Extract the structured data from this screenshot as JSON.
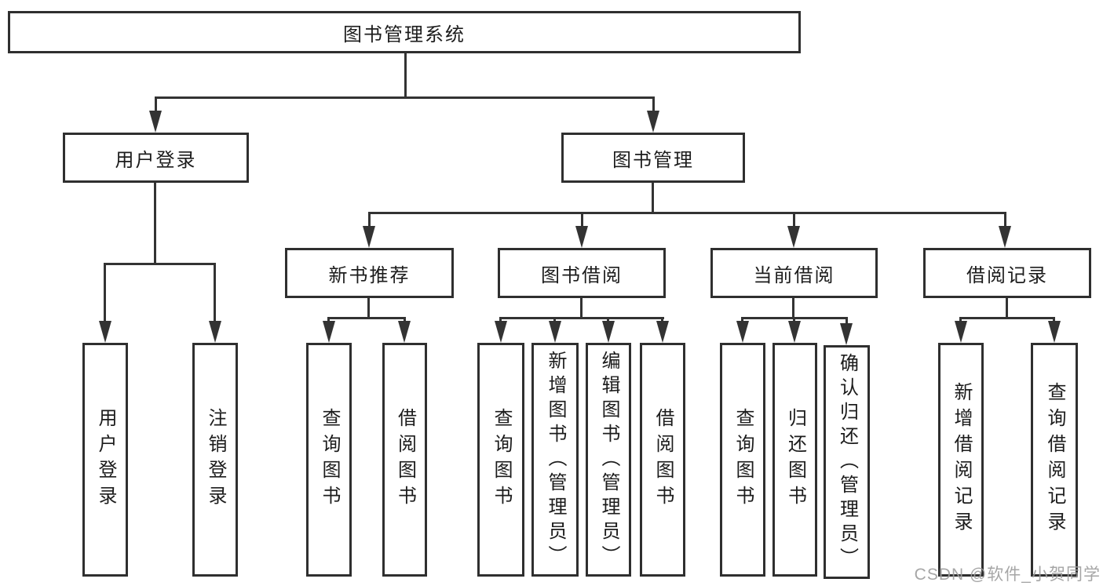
{
  "diagram": {
    "root": {
      "label": "图书管理系统"
    },
    "branches": [
      {
        "label": "用户登录",
        "children": [
          {
            "label": "用户登录"
          },
          {
            "label": "注销登录"
          }
        ]
      },
      {
        "label": "图书管理",
        "children": [
          {
            "label": "新书推荐",
            "children": [
              {
                "label": "查询图书"
              },
              {
                "label": "借阅图书"
              }
            ]
          },
          {
            "label": "图书借阅",
            "children": [
              {
                "label": "查询图书"
              },
              {
                "label": "新增图书（管理员）"
              },
              {
                "label": "编辑图书（管理员）"
              },
              {
                "label": "借阅图书"
              }
            ]
          },
          {
            "label": "当前借阅",
            "children": [
              {
                "label": "查询图书"
              },
              {
                "label": "归还图书"
              },
              {
                "label": "确认归还（管理员）"
              }
            ]
          },
          {
            "label": "借阅记录",
            "children": [
              {
                "label": "新增借阅记录"
              },
              {
                "label": "查询借阅记录"
              }
            ]
          }
        ]
      }
    ]
  },
  "colors": {
    "line": "#333333",
    "box_border": "#2f2f2f",
    "text": "#1c1c1c",
    "watermark": "#9e9e9e"
  },
  "watermark": {
    "text": "CSDN @软件_小贺同学"
  }
}
